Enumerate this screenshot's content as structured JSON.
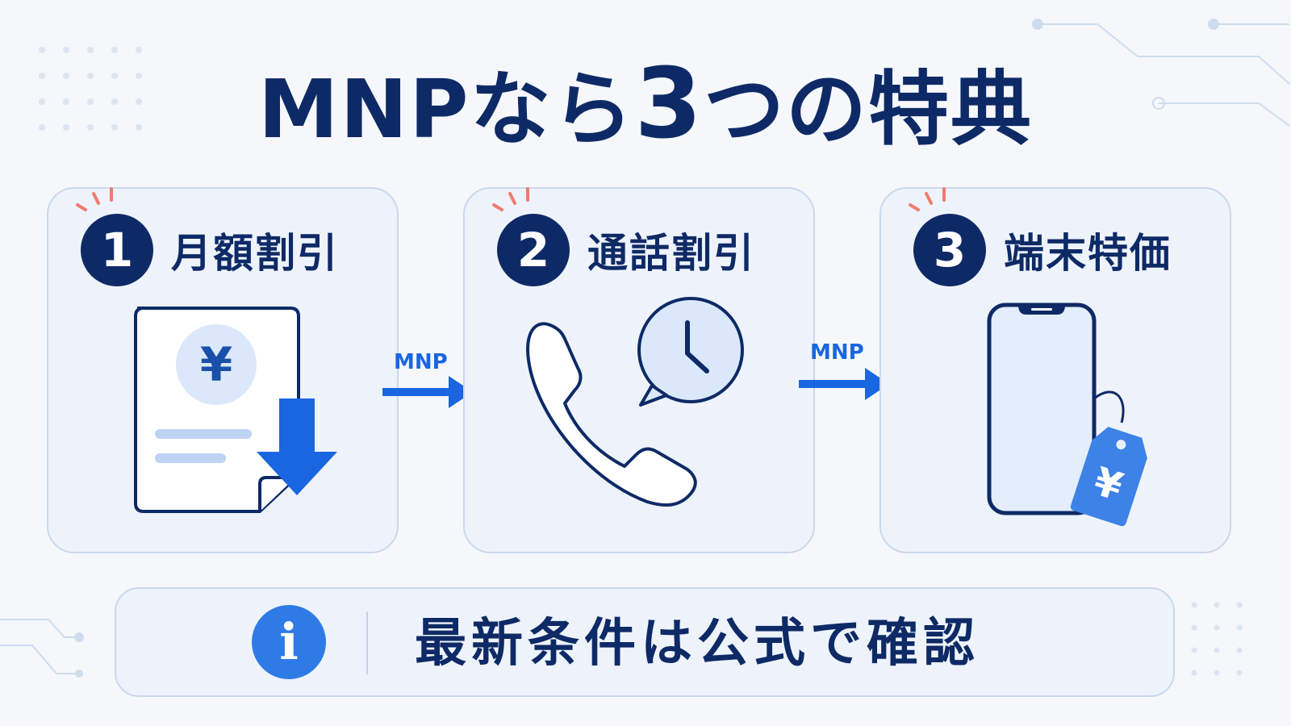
{
  "title": {
    "prefix": "MNPなら",
    "number": "3",
    "suffix": "つの特典"
  },
  "cards": [
    {
      "num": "1",
      "label": "月額割引",
      "icon": "invoice-yen-download-icon"
    },
    {
      "num": "2",
      "label": "通話割引",
      "icon": "phone-clock-icon"
    },
    {
      "num": "3",
      "label": "端末特価",
      "icon": "smartphone-price-tag-icon"
    }
  ],
  "arrows": [
    {
      "label": "MNP"
    },
    {
      "label": "MNP"
    }
  ],
  "info": {
    "icon": "info-icon",
    "glyph": "i",
    "text": "最新条件は公式で確認"
  },
  "symbols": {
    "yen": "¥"
  },
  "colors": {
    "navy": "#0e2a66",
    "accent": "#1a66e0",
    "light_blue": "#dbe8fb",
    "card_bg": "#eef3fb",
    "sparkle": "#f07a6e"
  }
}
